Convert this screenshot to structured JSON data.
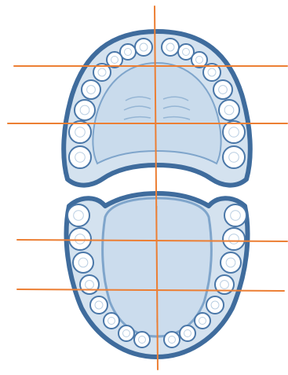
{
  "colors": {
    "background": "#ffffff",
    "gum_outline": "#3f6c9d",
    "gum_mid": "#7fa5cb",
    "gum_fill": "#d4e2ef",
    "palate_fill": "#c9dbec",
    "tongue_fill": "#cbdced",
    "tooth_fill": "#ffffff",
    "tooth_outline": "#4a77a8",
    "guide_line": "#ec7f34"
  },
  "diagram": {
    "subject": "dental arches",
    "arches": [
      "upper",
      "lower"
    ],
    "guide_lines": {
      "vertical_count": 1,
      "horizontal_count": 4
    }
  }
}
